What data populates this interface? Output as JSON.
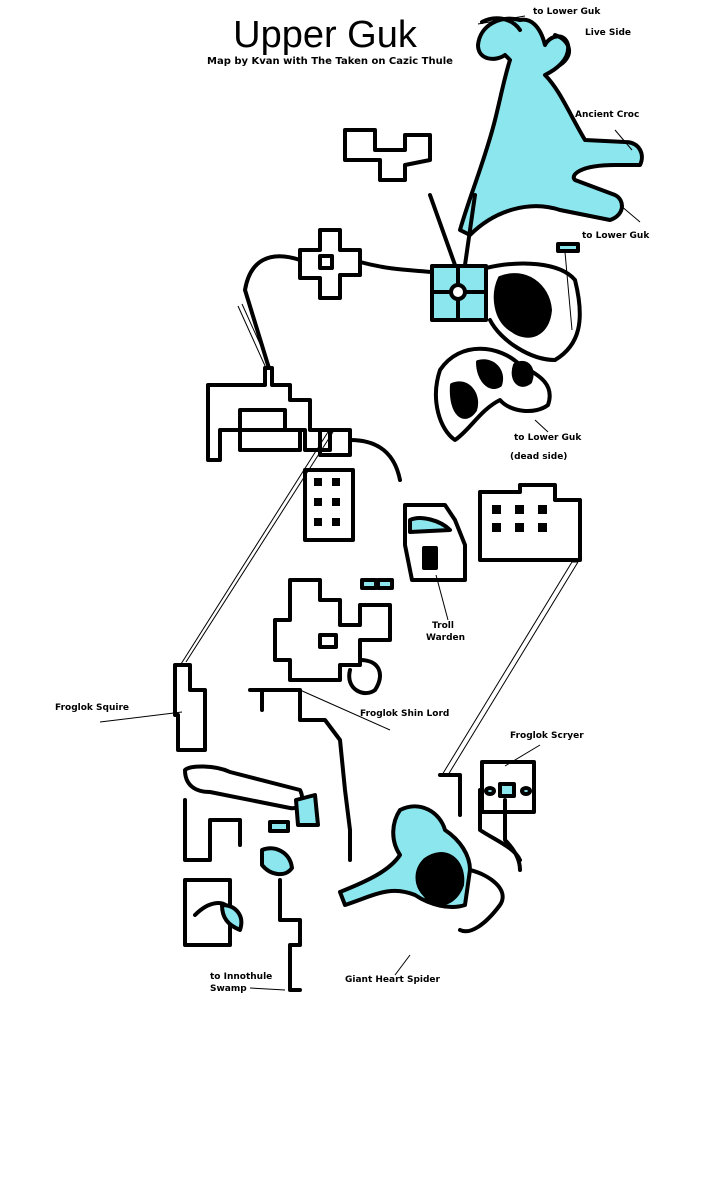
{
  "title": "Upper Guk",
  "subtitle": "Map by Kvan with The Taken on Cazic Thule",
  "colors": {
    "water": "#8ce6ee",
    "wall": "#000000",
    "floor": "#ffffff"
  },
  "labels": {
    "to_lower_guk_top": "to Lower Guk",
    "live_side": "Live Side",
    "ancient_croc": "Ancient Croc",
    "to_lower_guk_right": "to Lower Guk",
    "to_lower_guk_dead": "to Lower Guk",
    "dead_side": "(dead side)",
    "troll_warden_1": "Troll",
    "troll_warden_2": "Warden",
    "froglok_squire": "Froglok Squire",
    "froglok_shin_lord": "Froglok Shin Lord",
    "froglok_scryer": "Froglok Scryer",
    "giant_heart_spider": "Giant Heart Spider",
    "to_innothule_1": "to Innothule",
    "to_innothule_2": "Swamp"
  }
}
